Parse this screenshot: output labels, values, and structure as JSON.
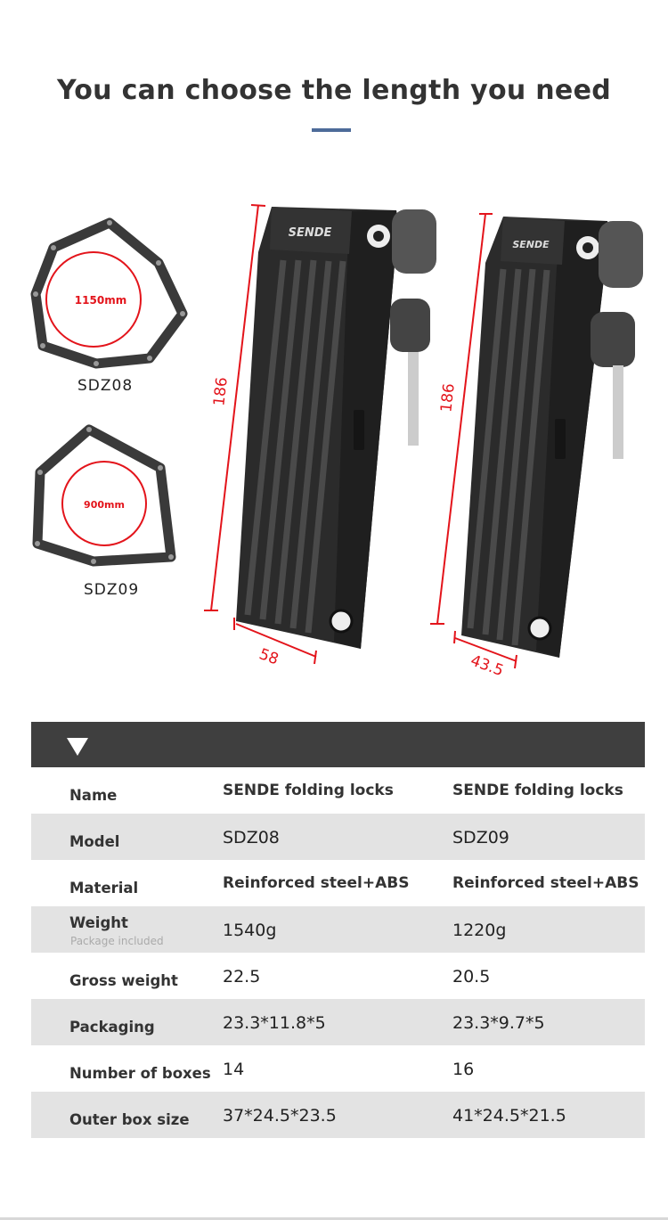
{
  "header": {
    "title": "You can choose the length you need"
  },
  "chains": [
    {
      "model": "SDZ08",
      "length": "1150mm"
    },
    {
      "model": "SDZ09",
      "length": "900mm"
    }
  ],
  "locks": [
    {
      "brand": "SENDE",
      "height": "186",
      "width": "58"
    },
    {
      "brand": "SENDE",
      "height": "186",
      "width": "43.5"
    }
  ],
  "colors": {
    "accent": "#4d6b99",
    "dimension": "#e3141b",
    "table_header": "#3f3f3f",
    "row_gray": "#e3e3e3"
  },
  "table": {
    "rows": [
      {
        "label": "Name",
        "sdz08": "SENDE folding locks",
        "sdz09": "SENDE folding locks"
      },
      {
        "label": "Model",
        "sdz08": "SDZ08",
        "sdz09": "SDZ09"
      },
      {
        "label": "Material",
        "sdz08": "Reinforced steel+ABS",
        "sdz09": "Reinforced steel+ABS"
      },
      {
        "label": "Weight",
        "note": "Package included",
        "sdz08": "1540g",
        "sdz09": "1220g"
      },
      {
        "label": "Gross weight",
        "sdz08": "22.5",
        "sdz09": "20.5"
      },
      {
        "label": "Packaging",
        "sdz08": "23.3*11.8*5",
        "sdz09": "23.3*9.7*5"
      },
      {
        "label": "Number of boxes",
        "sdz08": "14",
        "sdz09": "16"
      },
      {
        "label": "Outer box size",
        "sdz08": "37*24.5*23.5",
        "sdz09": "41*24.5*21.5"
      }
    ]
  }
}
